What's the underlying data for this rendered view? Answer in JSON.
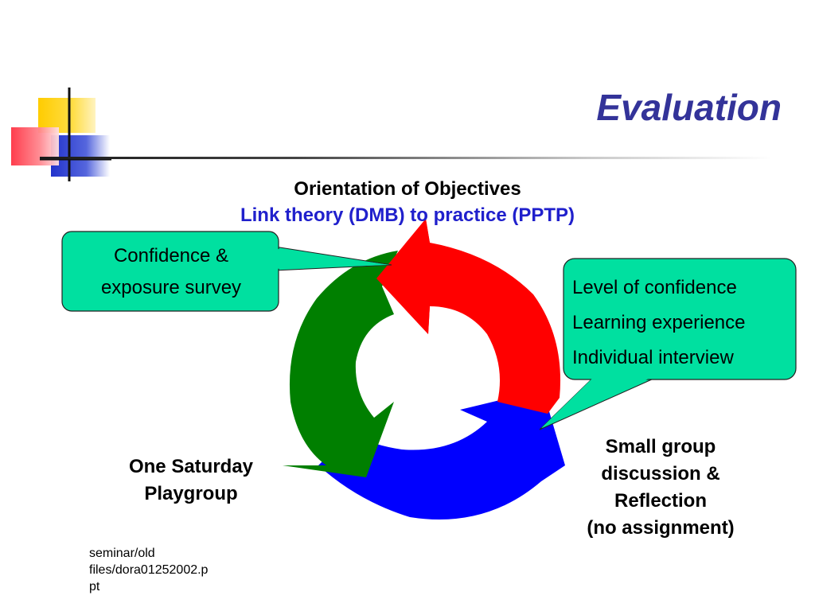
{
  "slide": {
    "title": "Evaluation",
    "heading": "Orientation of Objectives",
    "subheading": "Link theory (DMB) to practice (PPTP)"
  },
  "callouts": {
    "left": {
      "lines": [
        "Confidence &",
        "exposure survey"
      ]
    },
    "right": {
      "lines": [
        "Level of confidence",
        "Learning experience",
        "Individual interview"
      ]
    }
  },
  "cycle": {
    "label_left": [
      "One Saturday",
      "Playgroup"
    ],
    "label_right": [
      "Small group",
      "discussion &",
      "Reflection",
      "(no assignment)"
    ],
    "colors": {
      "green": "#007f00",
      "red": "#ff0000",
      "blue": "#0000ff",
      "callout_fill": "#00e0a0"
    }
  },
  "footer": {
    "lines": [
      "seminar/old",
      "files/dora01252002.p",
      "pt"
    ]
  },
  "decor": {
    "yellow": "#ffcc00",
    "blue": "#2233cc",
    "red": "#ff3344"
  }
}
